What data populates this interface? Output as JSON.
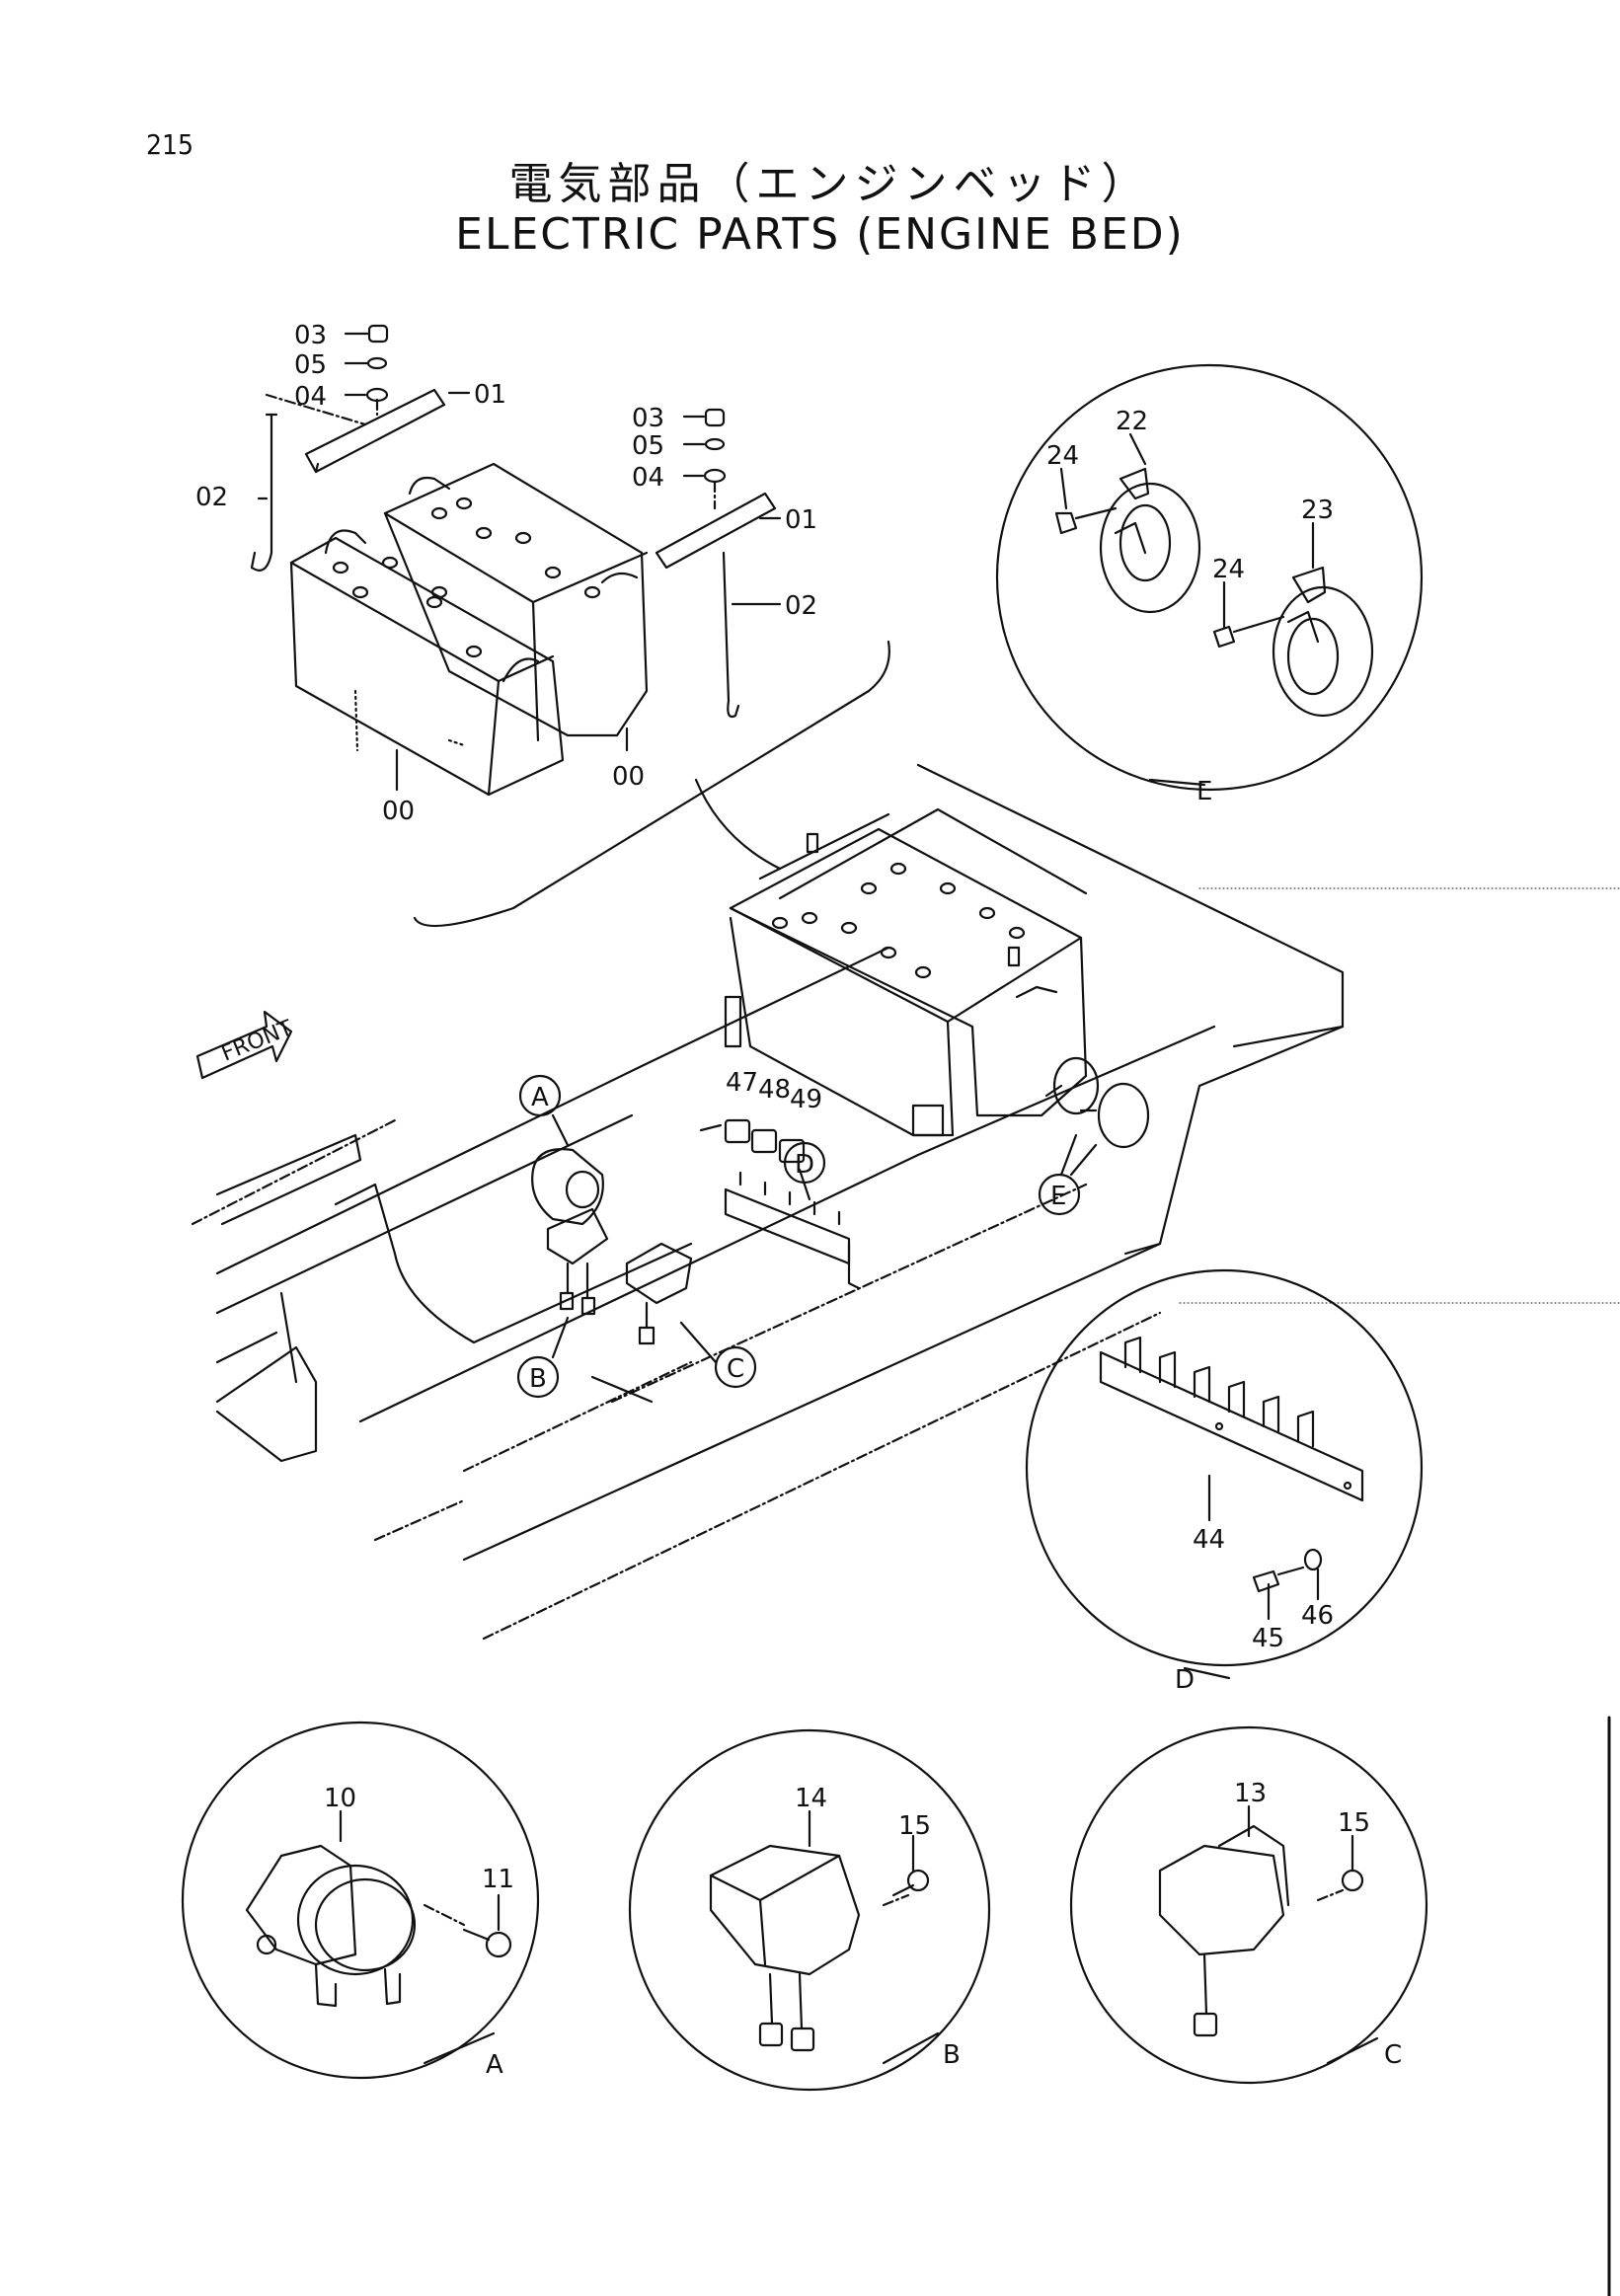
{
  "page": {
    "number": "215",
    "title_jp": "電気部品（エンジンベッド）",
    "title_en": "ELECTRIC PARTS (ENGINE BED)"
  },
  "direction_label": "FRONT",
  "part_labels": {
    "p00": "00",
    "p01": "01",
    "p02": "02",
    "p03": "03",
    "p04": "04",
    "p05": "05",
    "p10": "10",
    "p11": "11",
    "p13": "13",
    "p14": "14",
    "p15": "15",
    "p22": "22",
    "p23": "23",
    "p24": "24",
    "p44": "44",
    "p45": "45",
    "p46": "46",
    "p47": "47",
    "p48": "48",
    "p49": "49"
  },
  "detail_labels": {
    "A": "A",
    "B": "B",
    "C": "C",
    "D": "D",
    "E": "E"
  },
  "colors": {
    "line": "#111111",
    "background": "#ffffff"
  }
}
